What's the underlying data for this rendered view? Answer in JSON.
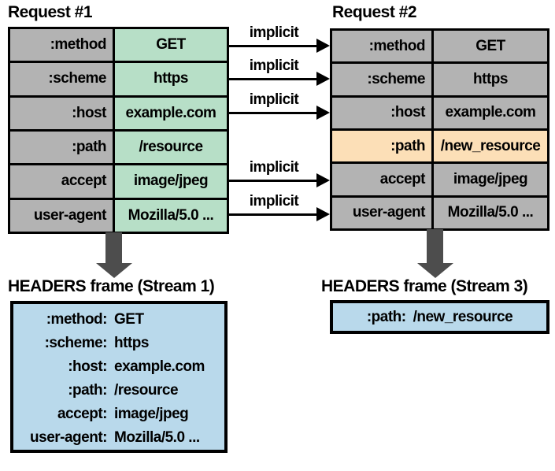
{
  "colors": {
    "cell_gray": "#b3b3b3",
    "value_green": "#b7dfc7",
    "highlight_orange": "#fcdfb7",
    "frame_blue": "#b9d9eb",
    "arrow_gray": "#4d4d4d"
  },
  "request1": {
    "title": "Request #1",
    "rows": [
      {
        "name": ":method",
        "value": "GET"
      },
      {
        "name": ":scheme",
        "value": "https"
      },
      {
        "name": ":host",
        "value": "example.com"
      },
      {
        "name": ":path",
        "value": "/resource"
      },
      {
        "name": "accept",
        "value": "image/jpeg"
      },
      {
        "name": "user-agent",
        "value": "Mozilla/5.0 ..."
      }
    ]
  },
  "request2": {
    "title": "Request #2",
    "rows": [
      {
        "name": ":method",
        "value": "GET"
      },
      {
        "name": ":scheme",
        "value": "https"
      },
      {
        "name": ":host",
        "value": "example.com"
      },
      {
        "name": ":path",
        "value": "/new_resource",
        "highlighted": true
      },
      {
        "name": "accept",
        "value": "image/jpeg"
      },
      {
        "name": "user-agent",
        "value": "Mozilla/5.0 ..."
      }
    ]
  },
  "arrows": [
    {
      "label": "implicit"
    },
    {
      "label": "implicit"
    },
    {
      "label": "implicit"
    },
    {
      "label": "implicit"
    },
    {
      "label": "implicit"
    }
  ],
  "frame1": {
    "title": "HEADERS frame (Stream 1)",
    "lines": [
      {
        "key": ":method:",
        "value": "GET"
      },
      {
        "key": ":scheme:",
        "value": "https"
      },
      {
        "key": ":host:",
        "value": "example.com"
      },
      {
        "key": ":path:",
        "value": "/resource"
      },
      {
        "key": "accept:",
        "value": "image/jpeg"
      },
      {
        "key": "user-agent:",
        "value": "Mozilla/5.0 ..."
      }
    ]
  },
  "frame2": {
    "title": "HEADERS frame (Stream 3)",
    "lines": [
      {
        "key": ":path:",
        "value": "/new_resource"
      }
    ]
  }
}
